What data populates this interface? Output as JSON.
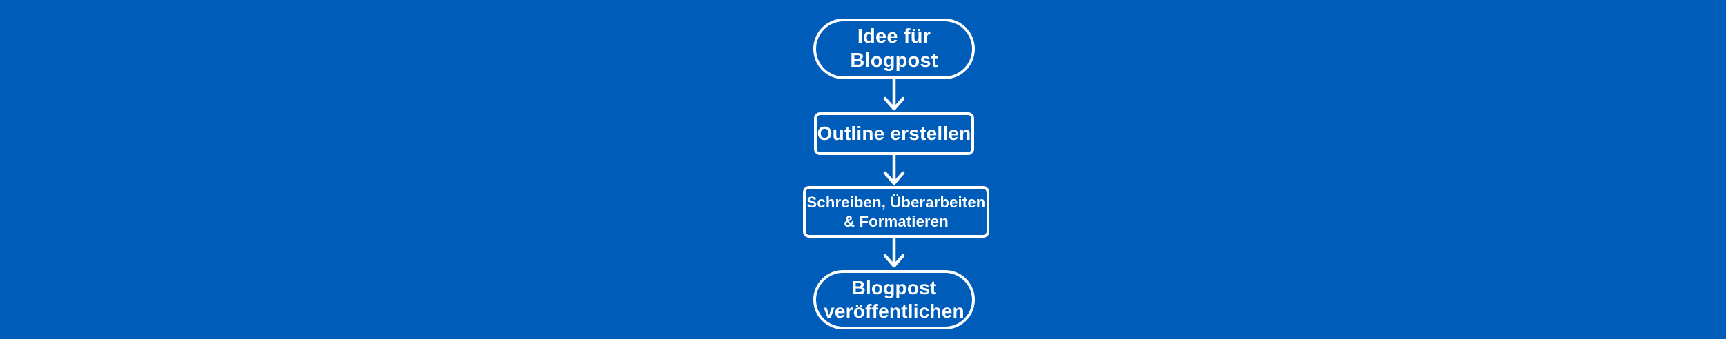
{
  "canvas": {
    "background_color": "#005CB9",
    "stroke_color": "#FFFFFF",
    "text_color": "#FFFFFF"
  },
  "flowchart": {
    "nodes": [
      {
        "id": "idea",
        "shape": "stadium",
        "lines": [
          "Idee für",
          "Blogpost"
        ]
      },
      {
        "id": "outline",
        "shape": "rectangle",
        "lines": [
          "Outline erstellen"
        ]
      },
      {
        "id": "write-revise-format",
        "shape": "rectangle",
        "lines": [
          "Schreiben, Überarbeiten",
          "& Formatieren"
        ]
      },
      {
        "id": "publish",
        "shape": "stadium",
        "lines": [
          "Blogpost",
          "veröffentlichen"
        ]
      }
    ],
    "connectors": [
      {
        "from": "idea",
        "to": "outline",
        "direction": "down"
      },
      {
        "from": "outline",
        "to": "write-revise-format",
        "direction": "down"
      },
      {
        "from": "write-revise-format",
        "to": "publish",
        "direction": "down"
      }
    ]
  }
}
